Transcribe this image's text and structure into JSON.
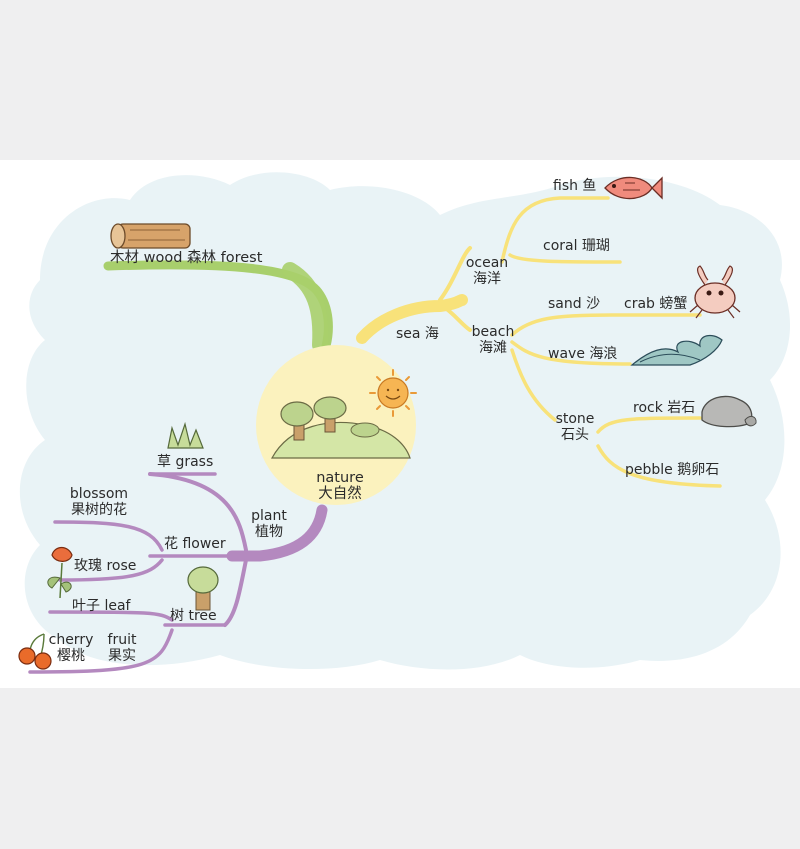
{
  "center": {
    "en": "nature",
    "zh": "大自然"
  },
  "colors": {
    "forest_branch": "#a8cf6c",
    "sea_branch": "#f8e27a",
    "plant_branch": "#b489bf",
    "background_cloud": "#e9f3f6",
    "center_circle": "#fbf2be"
  },
  "branches": {
    "forest": {
      "label": "木材 wood   森林 forest",
      "icon": "log-icon"
    },
    "sea": {
      "label": "sea 海",
      "ocean": {
        "en": "ocean",
        "zh": "海洋",
        "fish": "fish 鱼",
        "coral": "coral 珊瑚"
      },
      "beach": {
        "en": "beach",
        "zh": "海滩",
        "sand": "sand 沙",
        "crab": "crab 螃蟹",
        "wave": "wave 海浪"
      },
      "stone": {
        "en": "stone",
        "zh": "石头",
        "rock": "rock 岩石",
        "pebble": "pebble 鹅卵石"
      }
    },
    "plant": {
      "en": "plant",
      "zh": "植物",
      "grass": "草 grass",
      "flower": {
        "label": "花 flower",
        "blossom_en": "blossom",
        "blossom_zh": "果树的花",
        "rose": "玫瑰 rose"
      },
      "tree": {
        "label": "树 tree",
        "leaf": "叶子 leaf",
        "cherry_en": "cherry",
        "cherry_zh": "樱桃",
        "fruit_en": "fruit",
        "fruit_zh": "果实"
      }
    }
  }
}
